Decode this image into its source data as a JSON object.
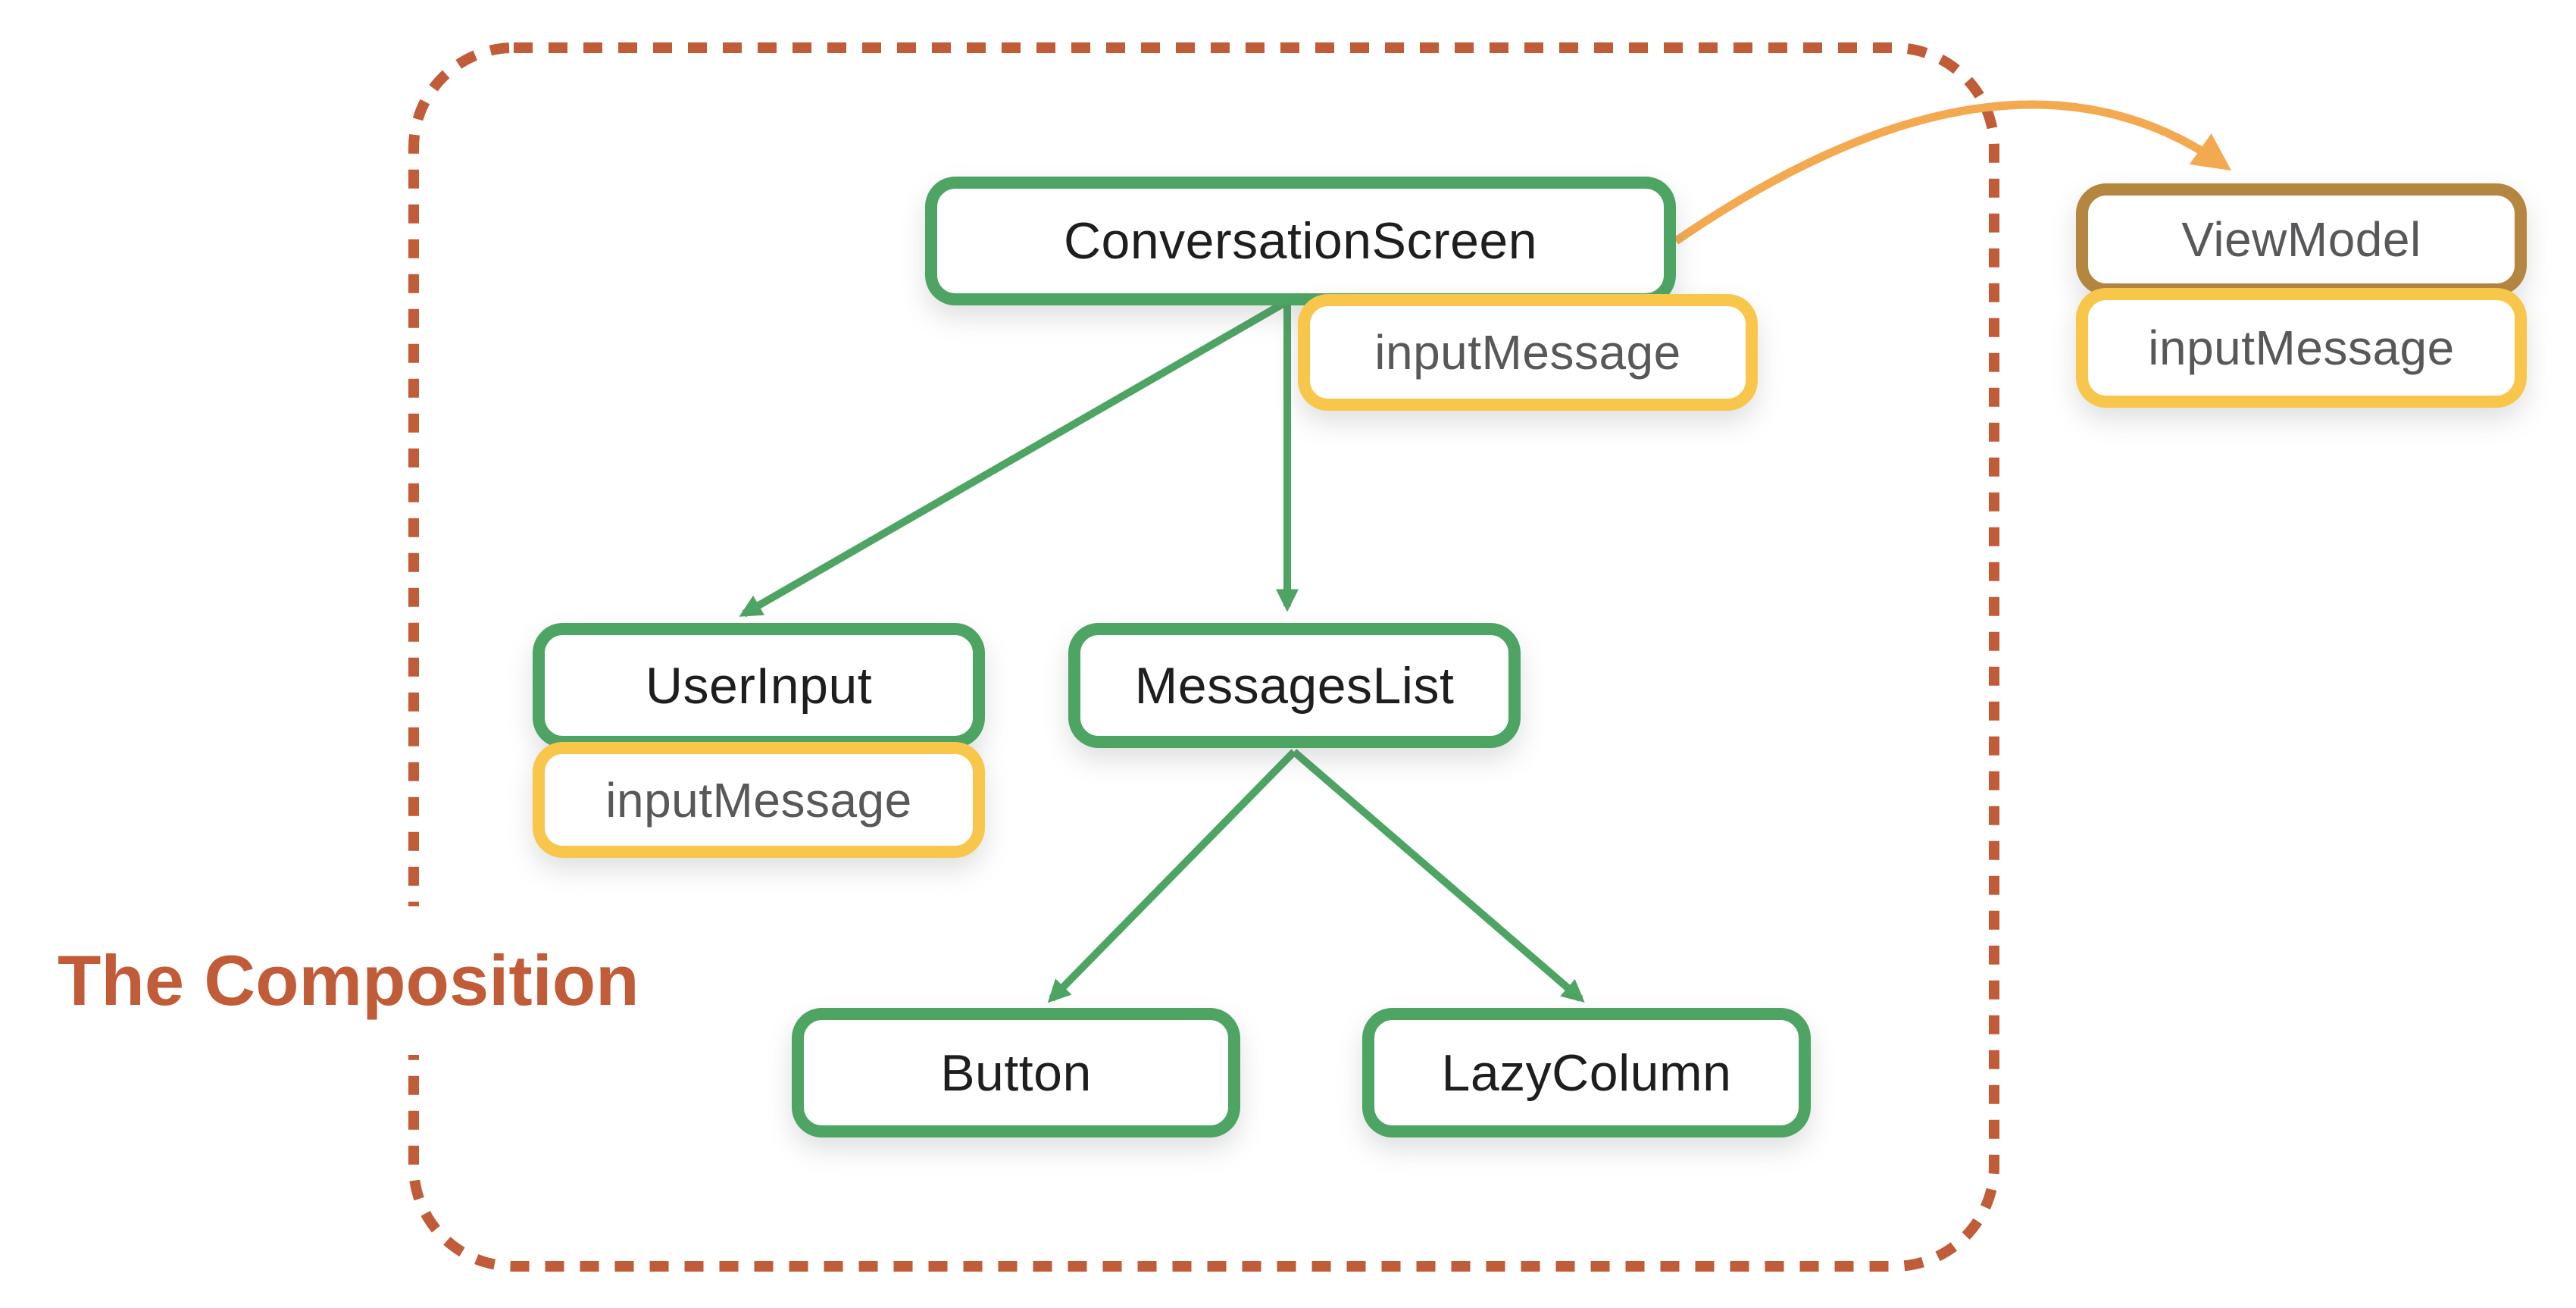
{
  "diagram": {
    "title": {
      "text": "The Composition"
    },
    "nodes": {
      "conversation_screen": {
        "label": "ConversationScreen",
        "kind": "composable"
      },
      "conversation_state": {
        "label": "inputMessage",
        "kind": "state"
      },
      "user_input": {
        "label": "UserInput",
        "kind": "composable"
      },
      "user_input_state": {
        "label": "inputMessage",
        "kind": "state"
      },
      "messages_list": {
        "label": "MessagesList",
        "kind": "composable"
      },
      "button": {
        "label": "Button",
        "kind": "composable"
      },
      "lazy_column": {
        "label": "LazyColumn",
        "kind": "composable"
      },
      "view_model": {
        "label": "ViewModel",
        "kind": "external"
      },
      "view_model_state": {
        "label": "inputMessage",
        "kind": "state"
      }
    },
    "edges": [
      {
        "from": "ConversationScreen",
        "to": "UserInput",
        "style": "straight-arrow",
        "color": "#4EA463"
      },
      {
        "from": "ConversationScreen",
        "to": "MessagesList",
        "style": "straight-arrow",
        "color": "#4EA463"
      },
      {
        "from": "MessagesList",
        "to": "Button",
        "style": "straight-arrow",
        "color": "#4EA463"
      },
      {
        "from": "MessagesList",
        "to": "LazyColumn",
        "style": "straight-arrow",
        "color": "#4EA463"
      },
      {
        "from": "ConversationScreen",
        "to": "ViewModel",
        "style": "curved-arrow",
        "color": "#F3A950"
      }
    ],
    "colors": {
      "composable_border": "#4EA463",
      "state_border": "#F8C64B",
      "external_border": "#B5863F",
      "reference_arrow": "#F3A950",
      "boundary_dash": "#C05C38",
      "title_text": "#C05C38",
      "node_text": "#1E1E1E",
      "state_text": "#58585A",
      "background": "#FFFFFF"
    }
  }
}
